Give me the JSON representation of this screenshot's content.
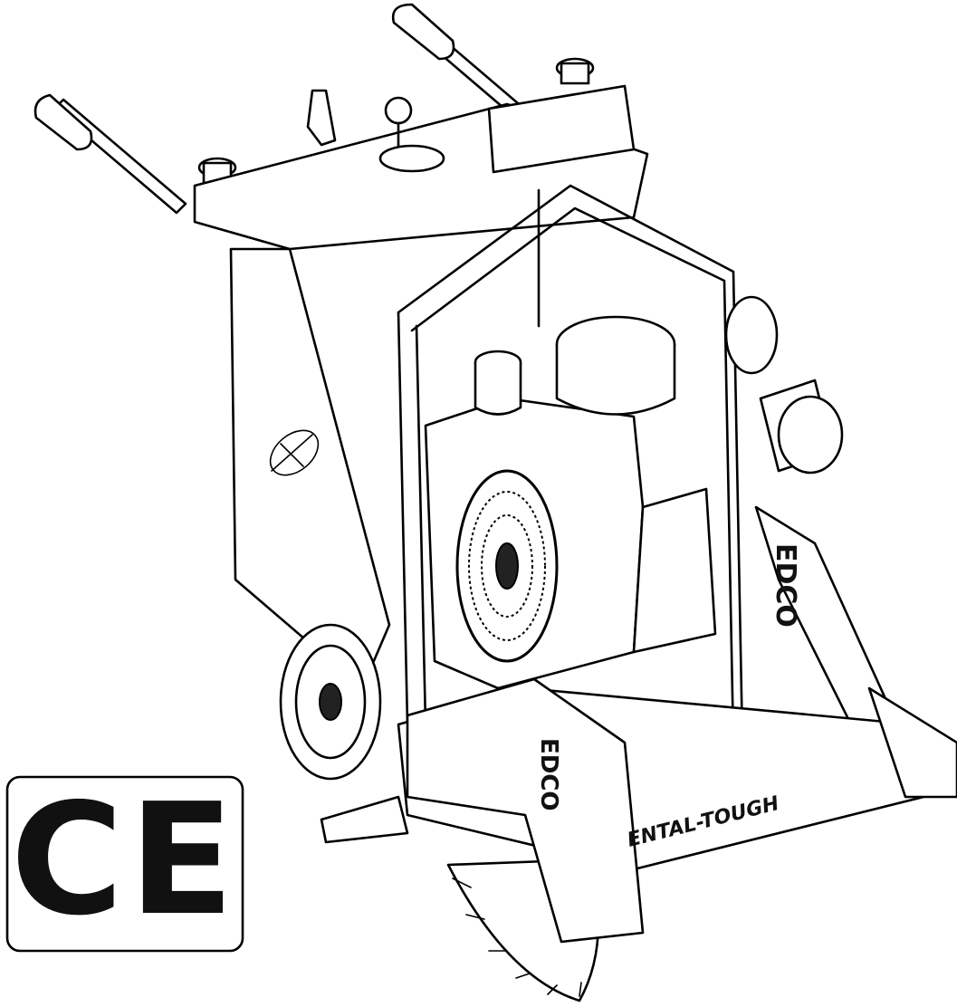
{
  "illustration": {
    "subject-icon": "floor-saw-machine-icon",
    "line_color": "#000000",
    "background": "#ffffff"
  },
  "mark": {
    "ce": "CE",
    "ce_color": "#111111"
  },
  "labels": {
    "brand_side": "EDCO",
    "brand_front": "EDCO",
    "slogan": "ENTAL-TOUGH"
  }
}
